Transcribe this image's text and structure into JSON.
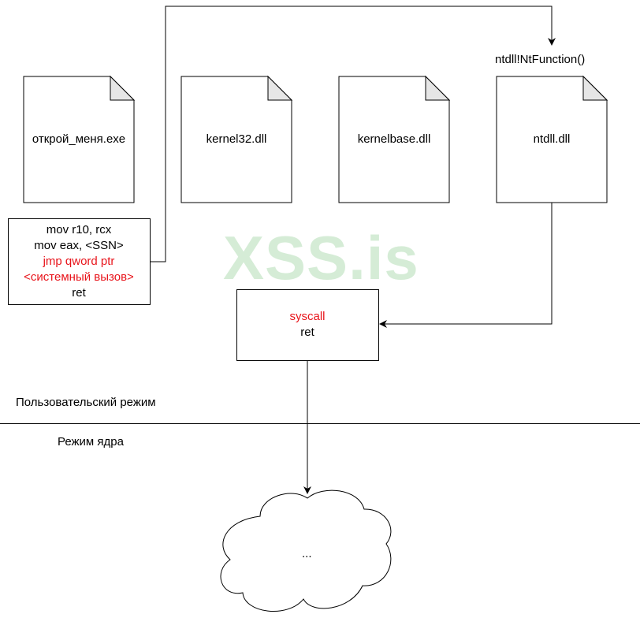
{
  "files": [
    {
      "label": "открой_меня.exe"
    },
    {
      "label": "kernel32.dll"
    },
    {
      "label": "kernelbase.dll"
    },
    {
      "label": "ntdll.dll"
    }
  ],
  "function_label": "ntdll!NtFunction()",
  "stub": {
    "line1": "mov r10, rcx",
    "line2": "mov eax, <SSN>",
    "line3": "jmp qword ptr",
    "line4": "<системный вызов>",
    "line5": "ret"
  },
  "syscall_box": {
    "line1": "syscall",
    "line2": "ret"
  },
  "user_mode_label": "Пользовательский режим",
  "kernel_mode_label": "Режим ядра",
  "cloud_label": "...",
  "watermark": "XSS.is",
  "colors": {
    "highlight": "#e8141b",
    "watermark": "#d5ecd6",
    "stroke": "#000000",
    "fold": "#e6e6e6"
  }
}
